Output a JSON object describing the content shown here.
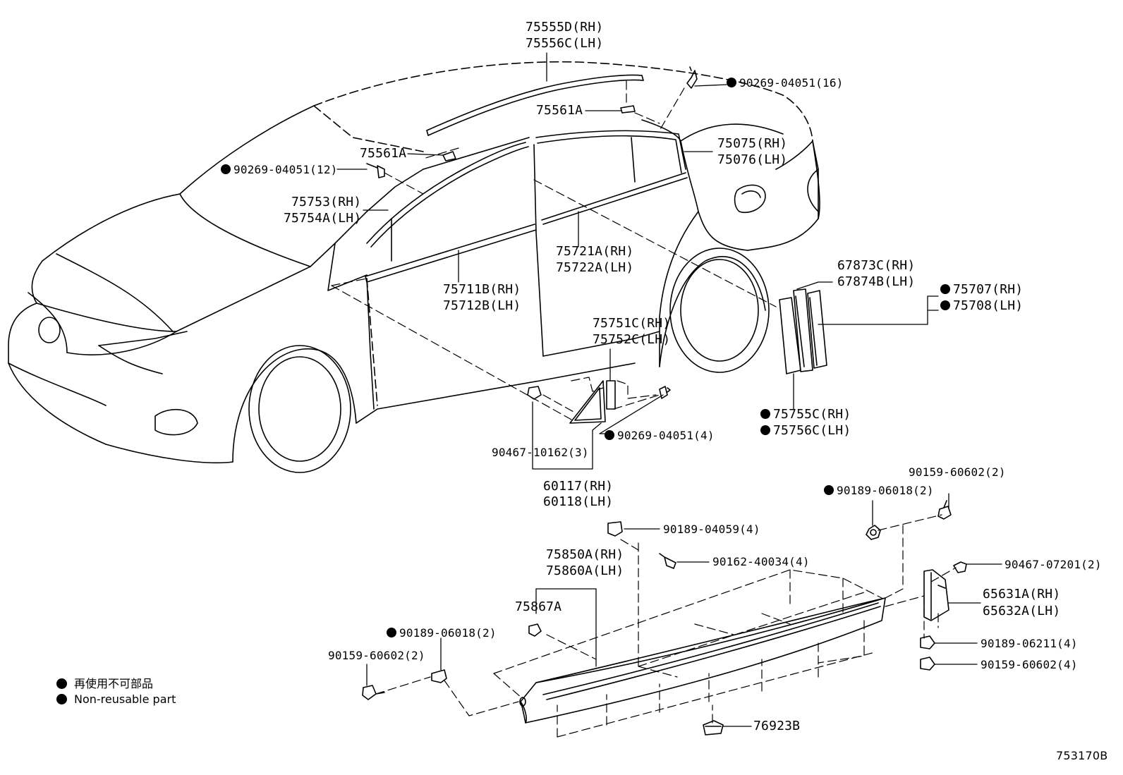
{
  "labels": {
    "roof_moulding_rh": "75555D(RH)",
    "roof_moulding_lh": "75556C(LH)",
    "clip_90269_16": "90269-04051(16)",
    "clip_75561a_top": "75561A",
    "clip_75561a_left": "75561A",
    "clip_90269_12": "90269-04051(12)",
    "rear_door_frame_rh": "75075(RH)",
    "rear_door_frame_lh": "75076(LH)",
    "front_door_frame_rh": "75753(RH)",
    "front_door_frame_lh": "75754A(LH)",
    "rear_belt_rh": "75721A(RH)",
    "rear_belt_lh": "75722A(LH)",
    "front_belt_rh": "75711B(RH)",
    "front_belt_lh": "75712B(LH)",
    "garnish_rh": "67873C(RH)",
    "garnish_lh": "67874B(LH)",
    "tape_75707_rh": "75707(RH)",
    "tape_75708_lh": "75708(LH)",
    "tape_75755_rh": "75755C(RH)",
    "tape_75756_lh": "75756C(LH)",
    "corner_moulding_rh": "75751C(RH)",
    "corner_moulding_lh": "75752C(LH)",
    "clip_90269_4": "90269-04051(4)",
    "clip_90467_10162": "90467-10162(3)",
    "corner_cover_rh": "60117(RH)",
    "corner_cover_lh": "60118(LH)",
    "screw_90159_60602_top": "90159-60602(2)",
    "nut_90189_06018_top": "90189-06018(2)",
    "nut_90189_04059": "90189-04059(4)",
    "screw_90162_40034": "90162-40034(4)",
    "rocker_moulding_rh": "75850A(RH)",
    "rocker_moulding_lh": "75860A(LH)",
    "clip_90467_07201": "90467-07201(2)",
    "bracket_rh": "65631A(RH)",
    "bracket_lh": "65632A(LH)",
    "clip_75867a": "75867A",
    "nut_90189_06018_bottom": "90189-06018(2)",
    "screw_90159_60602_bottom": "90159-60602(2)",
    "nut_90189_06211": "90189-06211(4)",
    "screw_90159_60602_four": "90159-60602(4)",
    "clip_76923b": "76923B"
  },
  "legend": {
    "japanese": "再使用不可部品",
    "english": "Non-reusable part"
  },
  "figure_number": "753170B"
}
